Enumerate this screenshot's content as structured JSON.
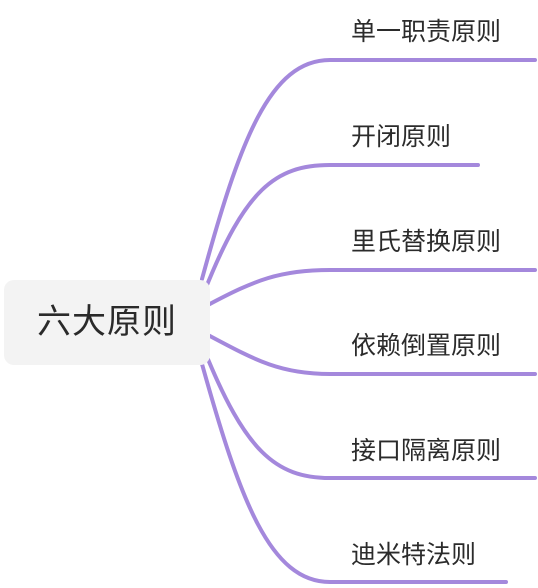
{
  "root": {
    "label": "六大原则"
  },
  "branches": [
    {
      "label": "单一职责原则"
    },
    {
      "label": "开闭原则"
    },
    {
      "label": "里氏替换原则"
    },
    {
      "label": "依赖倒置原则"
    },
    {
      "label": "接口隔离原则"
    },
    {
      "label": "迪米特法则"
    }
  ],
  "colors": {
    "branch_line": "#a488dc",
    "root_background": "#f3f3f3",
    "text": "#2b2b2b"
  }
}
